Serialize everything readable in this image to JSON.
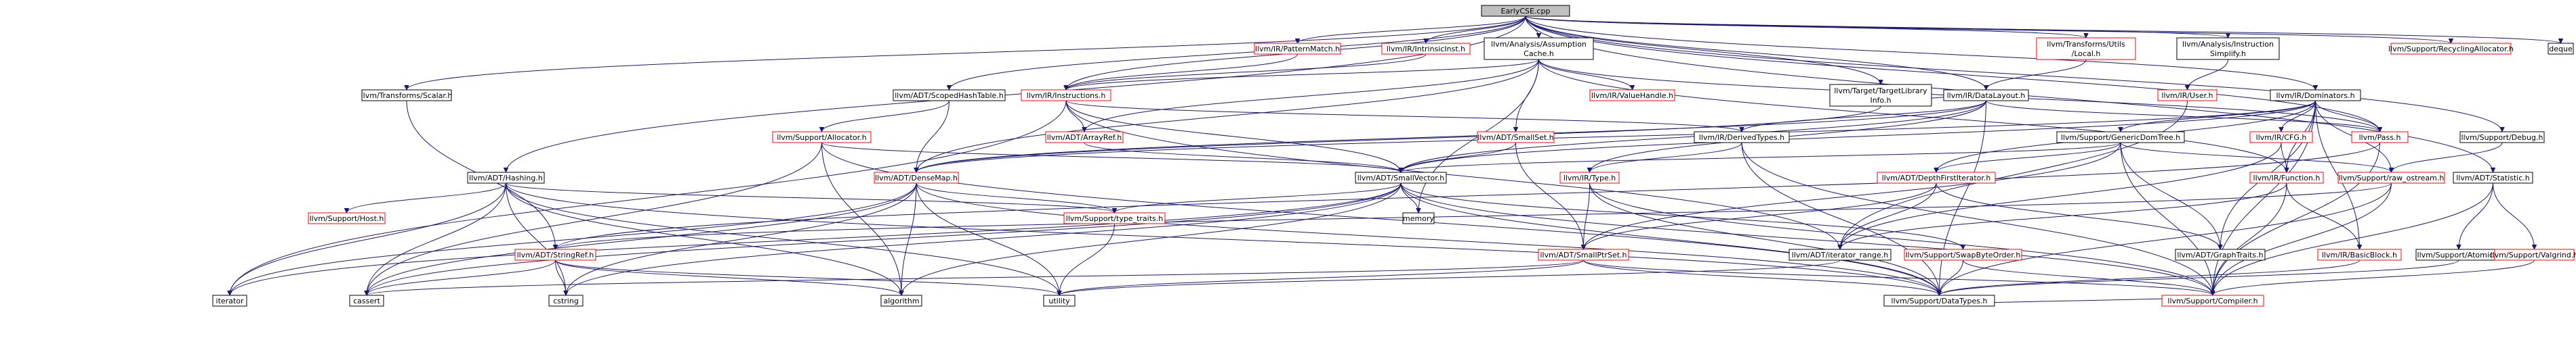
{
  "graph_title": "EarlyCSE.cpp",
  "nodes": [
    {
      "id": "root",
      "lines": [
        "EarlyCSE.cpp"
      ],
      "red": false,
      "root": true
    },
    {
      "id": "scalar",
      "lines": [
        "llvm/Transforms/Scalar.h"
      ],
      "red": false
    },
    {
      "id": "scopedhash",
      "lines": [
        "llvm/ADT/ScopedHashTable.h"
      ],
      "red": false
    },
    {
      "id": "hashing",
      "lines": [
        "llvm/ADT/Hashing.h"
      ],
      "red": false
    },
    {
      "id": "patternmatch",
      "lines": [
        "llvm/IR/PatternMatch.h"
      ],
      "red": true
    },
    {
      "id": "intrinsicinst",
      "lines": [
        "llvm/IR/IntrinsicInst.h"
      ],
      "red": true
    },
    {
      "id": "assumption",
      "lines": [
        "llvm/Analysis/Assumption",
        "Cache.h"
      ],
      "red": false
    },
    {
      "id": "targetlib",
      "lines": [
        "llvm/Target/TargetLibrary",
        "Info.h"
      ],
      "red": false
    },
    {
      "id": "translocal",
      "lines": [
        "llvm/Transforms/Utils",
        "/Local.h"
      ],
      "red": true
    },
    {
      "id": "instsimplify",
      "lines": [
        "llvm/Analysis/Instruction",
        "Simplify.h"
      ],
      "red": false
    },
    {
      "id": "recycling",
      "lines": [
        "llvm/Support/RecyclingAllocator.h"
      ],
      "red": true
    },
    {
      "id": "deque",
      "lines": [
        "deque"
      ],
      "red": false
    },
    {
      "id": "instructions",
      "lines": [
        "llvm/IR/Instructions.h"
      ],
      "red": true
    },
    {
      "id": "valuehandle",
      "lines": [
        "llvm/IR/ValueHandle.h"
      ],
      "red": true
    },
    {
      "id": "datalayout",
      "lines": [
        "llvm/IR/DataLayout.h"
      ],
      "red": false
    },
    {
      "id": "user",
      "lines": [
        "llvm/IR/User.h"
      ],
      "red": true
    },
    {
      "id": "dominators",
      "lines": [
        "llvm/IR/Dominators.h"
      ],
      "red": false
    },
    {
      "id": "allocator",
      "lines": [
        "llvm/Support/Allocator.h"
      ],
      "red": true
    },
    {
      "id": "arrayref",
      "lines": [
        "llvm/ADT/ArrayRef.h"
      ],
      "red": true
    },
    {
      "id": "derivedtypes",
      "lines": [
        "llvm/IR/DerivedTypes.h"
      ],
      "red": false
    },
    {
      "id": "smallset",
      "lines": [
        "llvm/ADT/SmallSet.h"
      ],
      "red": true
    },
    {
      "id": "gendomtree",
      "lines": [
        "llvm/Support/GenericDomTree.h"
      ],
      "red": false
    },
    {
      "id": "cfg",
      "lines": [
        "llvm/IR/CFG.h"
      ],
      "red": true
    },
    {
      "id": "pass",
      "lines": [
        "llvm/Pass.h"
      ],
      "red": true
    },
    {
      "id": "debug",
      "lines": [
        "llvm/Support/Debug.h"
      ],
      "red": false
    },
    {
      "id": "statistic",
      "lines": [
        "llvm/ADT/Statistic.h"
      ],
      "red": false
    },
    {
      "id": "densemap",
      "lines": [
        "llvm/ADT/DenseMap.h"
      ],
      "red": true
    },
    {
      "id": "smallvector",
      "lines": [
        "llvm/ADT/SmallVector.h"
      ],
      "red": false
    },
    {
      "id": "type",
      "lines": [
        "llvm/IR/Type.h"
      ],
      "red": true
    },
    {
      "id": "depthfirst",
      "lines": [
        "llvm/ADT/DepthFirstIterator.h"
      ],
      "red": true
    },
    {
      "id": "function",
      "lines": [
        "llvm/IR/Function.h"
      ],
      "red": true
    },
    {
      "id": "rawostream",
      "lines": [
        "llvm/Support/raw_ostream.h"
      ],
      "red": true
    },
    {
      "id": "host",
      "lines": [
        "llvm/Support/Host.h"
      ],
      "red": true
    },
    {
      "id": "typetraits",
      "lines": [
        "llvm/Support/type_traits.h"
      ],
      "red": true
    },
    {
      "id": "memory",
      "lines": [
        "memory"
      ],
      "red": false
    },
    {
      "id": "stringref",
      "lines": [
        "llvm/ADT/StringRef.h"
      ],
      "red": true
    },
    {
      "id": "smallptrset",
      "lines": [
        "llvm/ADT/SmallPtrSet.h"
      ],
      "red": true
    },
    {
      "id": "iterrange",
      "lines": [
        "llvm/ADT/iterator_range.h"
      ],
      "red": false
    },
    {
      "id": "swapbyte",
      "lines": [
        "llvm/Support/SwapByteOrder.h"
      ],
      "red": true
    },
    {
      "id": "graphtraits",
      "lines": [
        "llvm/ADT/GraphTraits.h"
      ],
      "red": false
    },
    {
      "id": "basicblock",
      "lines": [
        "llvm/IR/BasicBlock.h"
      ],
      "red": true
    },
    {
      "id": "atomic",
      "lines": [
        "llvm/Support/Atomic.h"
      ],
      "red": false
    },
    {
      "id": "valgrind",
      "lines": [
        "llvm/Support/Valgrind.h"
      ],
      "red": true
    },
    {
      "id": "iterator",
      "lines": [
        "iterator"
      ],
      "red": false
    },
    {
      "id": "cassert",
      "lines": [
        "cassert"
      ],
      "red": false
    },
    {
      "id": "cstring",
      "lines": [
        "cstring"
      ],
      "red": false
    },
    {
      "id": "algorithm",
      "lines": [
        "algorithm"
      ],
      "red": false
    },
    {
      "id": "utility",
      "lines": [
        "utility"
      ],
      "red": false
    },
    {
      "id": "datatypes",
      "lines": [
        "llvm/Support/DataTypes.h"
      ],
      "red": false
    },
    {
      "id": "compiler",
      "lines": [
        "llvm/Support/Compiler.h"
      ],
      "red": true
    }
  ],
  "edges": [
    [
      "root",
      "scalar"
    ],
    [
      "root",
      "scopedhash"
    ],
    [
      "root",
      "hashing"
    ],
    [
      "root",
      "patternmatch"
    ],
    [
      "root",
      "intrinsicinst"
    ],
    [
      "root",
      "assumption"
    ],
    [
      "root",
      "targetlib"
    ],
    [
      "root",
      "translocal"
    ],
    [
      "root",
      "instsimplify"
    ],
    [
      "root",
      "recycling"
    ],
    [
      "root",
      "deque"
    ],
    [
      "root",
      "instructions"
    ],
    [
      "root",
      "dominators"
    ],
    [
      "root",
      "pass"
    ],
    [
      "root",
      "debug"
    ],
    [
      "root",
      "statistic"
    ],
    [
      "root",
      "datalayout"
    ],
    [
      "scalar",
      "stringref"
    ],
    [
      "scopedhash",
      "allocator"
    ],
    [
      "scopedhash",
      "densemap"
    ],
    [
      "hashing",
      "host"
    ],
    [
      "hashing",
      "typetraits"
    ],
    [
      "hashing",
      "iterator"
    ],
    [
      "hashing",
      "cassert"
    ],
    [
      "hashing",
      "cstring"
    ],
    [
      "hashing",
      "algorithm"
    ],
    [
      "hashing",
      "utility"
    ],
    [
      "hashing",
      "datatypes"
    ],
    [
      "patternmatch",
      "instructions"
    ],
    [
      "intrinsicinst",
      "instructions"
    ],
    [
      "assumption",
      "instructions"
    ],
    [
      "assumption",
      "valuehandle"
    ],
    [
      "assumption",
      "smallset"
    ],
    [
      "assumption",
      "arrayref"
    ],
    [
      "assumption",
      "densemap"
    ],
    [
      "assumption",
      "memory"
    ],
    [
      "assumption",
      "pass"
    ],
    [
      "assumption",
      "function"
    ],
    [
      "targetlib",
      "datalayout"
    ],
    [
      "targetlib",
      "densemap"
    ],
    [
      "translocal",
      "datalayout"
    ],
    [
      "instsimplify",
      "user"
    ],
    [
      "instructions",
      "arrayref"
    ],
    [
      "instructions",
      "smallvector"
    ],
    [
      "instructions",
      "iterrange"
    ],
    [
      "instructions",
      "iterator"
    ],
    [
      "instructions",
      "derivedtypes"
    ],
    [
      "datalayout",
      "derivedtypes"
    ],
    [
      "datalayout",
      "type"
    ],
    [
      "datalayout",
      "smallvector"
    ],
    [
      "datalayout",
      "densemap"
    ],
    [
      "datalayout",
      "pass"
    ],
    [
      "datalayout",
      "datatypes"
    ],
    [
      "user",
      "iterrange"
    ],
    [
      "dominators",
      "gendomtree"
    ],
    [
      "dominators",
      "cfg"
    ],
    [
      "dominators",
      "pass"
    ],
    [
      "dominators",
      "function"
    ],
    [
      "dominators",
      "depthfirst"
    ],
    [
      "dominators",
      "graphtraits"
    ],
    [
      "dominators",
      "smallvector"
    ],
    [
      "dominators",
      "densemap"
    ],
    [
      "dominators",
      "basicblock"
    ],
    [
      "dominators",
      "rawostream"
    ],
    [
      "dominators",
      "compiler"
    ],
    [
      "allocator",
      "smallvector"
    ],
    [
      "allocator",
      "algorithm"
    ],
    [
      "allocator",
      "cassert"
    ],
    [
      "allocator",
      "datatypes"
    ],
    [
      "arrayref",
      "smallvector"
    ],
    [
      "derivedtypes",
      "type"
    ],
    [
      "derivedtypes",
      "compiler"
    ],
    [
      "derivedtypes",
      "datatypes"
    ],
    [
      "smallset",
      "smallptrset"
    ],
    [
      "smallset",
      "smallvector"
    ],
    [
      "gendomtree",
      "depthfirst"
    ],
    [
      "gendomtree",
      "graphtraits"
    ],
    [
      "gendomtree",
      "smallptrset"
    ],
    [
      "gendomtree",
      "smallvector"
    ],
    [
      "gendomtree",
      "rawostream"
    ],
    [
      "gendomtree",
      "compiler"
    ],
    [
      "cfg",
      "function"
    ],
    [
      "cfg",
      "iterrange"
    ],
    [
      "pass",
      "compiler"
    ],
    [
      "pass",
      "stringref"
    ],
    [
      "debug",
      "rawostream"
    ],
    [
      "statistic",
      "atomic"
    ],
    [
      "statistic",
      "valgrind"
    ],
    [
      "statistic",
      "compiler"
    ],
    [
      "densemap",
      "typetraits"
    ],
    [
      "densemap",
      "algorithm"
    ],
    [
      "densemap",
      "utility"
    ],
    [
      "densemap",
      "cassert"
    ],
    [
      "densemap",
      "iterator"
    ],
    [
      "densemap",
      "cstring"
    ],
    [
      "densemap",
      "datatypes"
    ],
    [
      "smallvector",
      "typetraits"
    ],
    [
      "smallvector",
      "memory"
    ],
    [
      "smallvector",
      "iterator"
    ],
    [
      "smallvector",
      "cassert"
    ],
    [
      "smallvector",
      "cstring"
    ],
    [
      "smallvector",
      "algorithm"
    ],
    [
      "smallvector",
      "compiler"
    ],
    [
      "smallvector",
      "datatypes"
    ],
    [
      "smallvector",
      "swapbyte"
    ],
    [
      "type",
      "smallptrset"
    ],
    [
      "type",
      "datatypes"
    ],
    [
      "type",
      "compiler"
    ],
    [
      "depthfirst",
      "graphtraits"
    ],
    [
      "depthfirst",
      "smallptrset"
    ],
    [
      "depthfirst",
      "iterrange"
    ],
    [
      "function",
      "basicblock"
    ],
    [
      "function",
      "iterrange"
    ],
    [
      "function",
      "compiler"
    ],
    [
      "rawostream",
      "compiler"
    ],
    [
      "rawostream",
      "datatypes"
    ],
    [
      "rawostream",
      "stringref"
    ],
    [
      "typetraits",
      "utility"
    ],
    [
      "stringref",
      "algorithm"
    ],
    [
      "stringref",
      "cassert"
    ],
    [
      "stringref",
      "cstring"
    ],
    [
      "stringref",
      "utility"
    ],
    [
      "smallptrset",
      "cassert"
    ],
    [
      "smallptrset",
      "utility"
    ],
    [
      "smallptrset",
      "datatypes"
    ],
    [
      "smallptrset",
      "compiler"
    ],
    [
      "iterrange",
      "utility"
    ],
    [
      "swapbyte",
      "datatypes"
    ],
    [
      "swapbyte",
      "compiler"
    ],
    [
      "basicblock",
      "datatypes"
    ],
    [
      "atomic",
      "datatypes"
    ],
    [
      "valgrind",
      "compiler"
    ],
    [
      "datatypes",
      "compiler"
    ]
  ]
}
